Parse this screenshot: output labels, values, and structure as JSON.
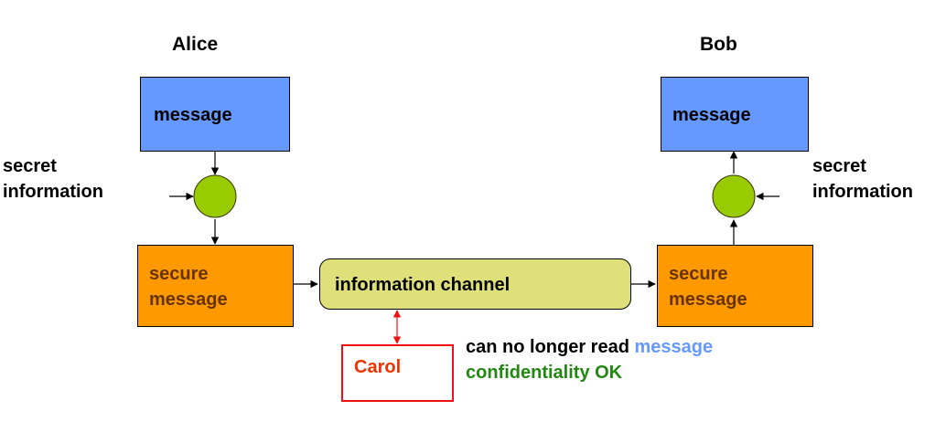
{
  "colors": {
    "message_box": "#6699ff",
    "secure_box": "#ff9900",
    "secure_text": "#663300",
    "channel_box": "#e0e07a",
    "key_circle": "#99cc00",
    "carol_border": "#ee1111",
    "carol_text": "#ee3300",
    "note_message": "#6699ff",
    "note_ok": "#228811"
  },
  "alice": {
    "name": "Alice",
    "message_label": "message",
    "secret_line1": "secret",
    "secret_line2": "information",
    "secure_line1": "secure",
    "secure_line2": "message"
  },
  "bob": {
    "name": "Bob",
    "message_label": "message",
    "secret_line1": "secret",
    "secret_line2": "information",
    "secure_line1": "secure",
    "secure_line2": "message"
  },
  "channel": {
    "label": "information channel"
  },
  "carol": {
    "label": "Carol"
  },
  "notes": {
    "line1_prefix": "can no longer read ",
    "line1_highlight": "message",
    "line2": "confidentiality OK"
  }
}
